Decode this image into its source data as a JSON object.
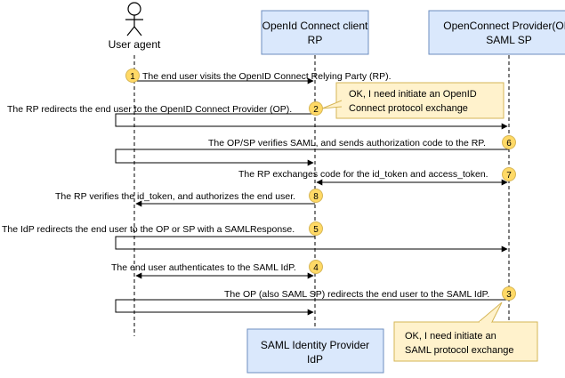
{
  "participants": {
    "user_agent": {
      "label": "User agent"
    },
    "rp": {
      "line1": "OpenId Connect client",
      "line2": "RP"
    },
    "op": {
      "line1": "OpenConnect Provider(OP)",
      "line2": "SAML SP"
    },
    "idp": {
      "line1": "SAML Identity Provider",
      "line2": "IdP"
    }
  },
  "messages": [
    {
      "step": "1",
      "text": "The end user visits the OpenID Connect Relying Party (RP)."
    },
    {
      "step": "2",
      "text": "The RP redirects the end user to the OpenID Connect Provider (OP)."
    },
    {
      "step": "6",
      "text": "The OP/SP verifies SAML, and sends authorization code to the RP."
    },
    {
      "step": "7",
      "text": "The RP exchanges code for the id_token and access_token."
    },
    {
      "step": "8",
      "text": "The RP verifies the id_token, and authorizes the end user."
    },
    {
      "step": "5",
      "text": "The IdP redirects the end user to the OP or SP with a SAMLResponse."
    },
    {
      "step": "4",
      "text": "The end user authenticates to the SAML IdP."
    },
    {
      "step": "3",
      "text": "The OP (also SAML SP) redirects the end user to the SAML IdP."
    }
  ],
  "notes": {
    "openid": {
      "line1": "OK, I need initiate an OpenID",
      "line2": "Connect protocol exchange"
    },
    "saml": {
      "line1": "OK, I need initiate an",
      "line2": "SAML protocol exchange"
    }
  },
  "colors": {
    "box_fill": "#dae8fc",
    "box_stroke": "#6c8ebf",
    "badge_fill": "#ffd966",
    "badge_stroke": "#d6b656",
    "note_fill": "#fff2cc",
    "note_stroke": "#d6b656"
  }
}
